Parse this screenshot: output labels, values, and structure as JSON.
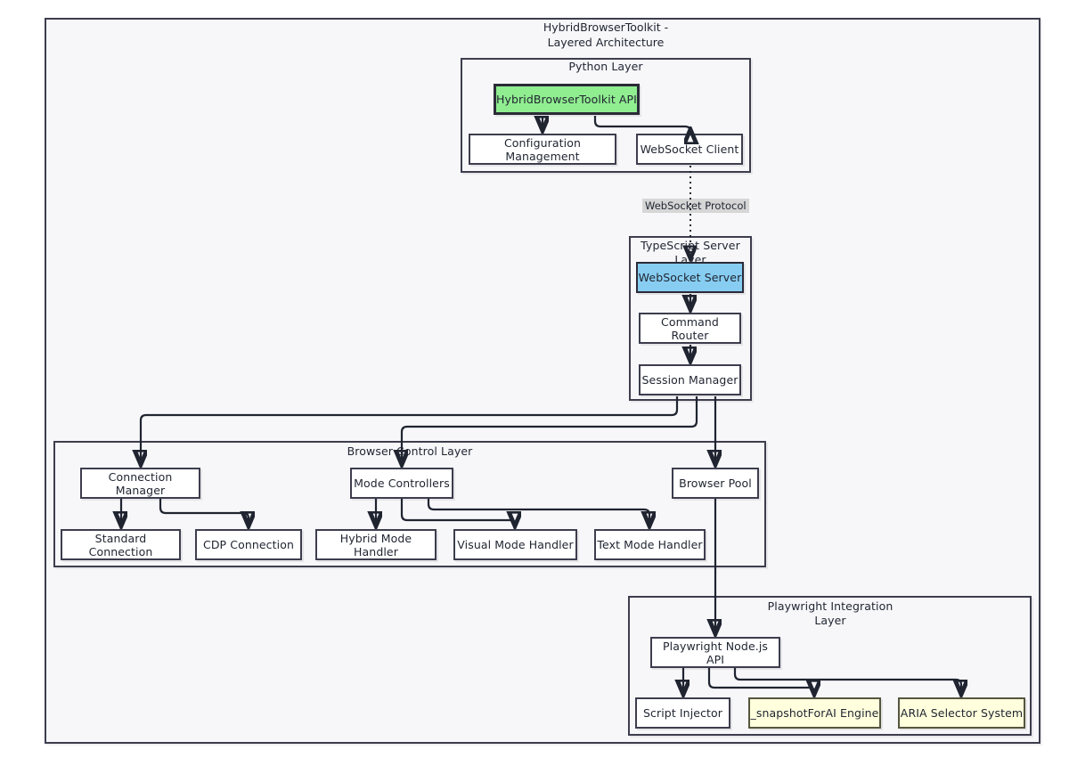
{
  "diagram": {
    "title": "HybridBrowserToolkit -\nLayered Architecture",
    "colors": {
      "accent_green": "#90EE90",
      "accent_blue": "#87CDF2",
      "accent_yellow": "#FFFFDD",
      "frame_bg": "#F7F7FA",
      "stroke": "#3D3D4E"
    },
    "layers": [
      {
        "id": "python",
        "title": "Python Layer"
      },
      {
        "id": "typescript",
        "title": "TypeScript Server Layer"
      },
      {
        "id": "browser",
        "title": "Browser Control Layer"
      },
      {
        "id": "playwright",
        "title": "Playwright Integration\nLayer"
      }
    ],
    "nodes": {
      "hybrid_api": "HybridBrowserToolkit API",
      "config_mgmt": "Configuration Management",
      "ws_client": "WebSocket Client",
      "ws_server": "WebSocket Server",
      "command_router": "Command Router",
      "session_manager": "Session Manager",
      "connection_manager": "Connection Manager",
      "standard_connection": "Standard Connection",
      "cdp_connection": "CDP Connection",
      "mode_controllers": "Mode Controllers",
      "hybrid_mode_handler": "Hybrid Mode Handler",
      "visual_mode_handler": "Visual Mode Handler",
      "text_mode_handler": "Text Mode Handler",
      "browser_pool": "Browser Pool",
      "playwright_api": "Playwright Node.js API",
      "script_injector": "Script Injector",
      "snapshot_engine": "_snapshotForAI Engine",
      "aria_selector": "ARIA Selector System"
    },
    "edge_labels": {
      "websocket_protocol": "WebSocket Protocol"
    }
  }
}
